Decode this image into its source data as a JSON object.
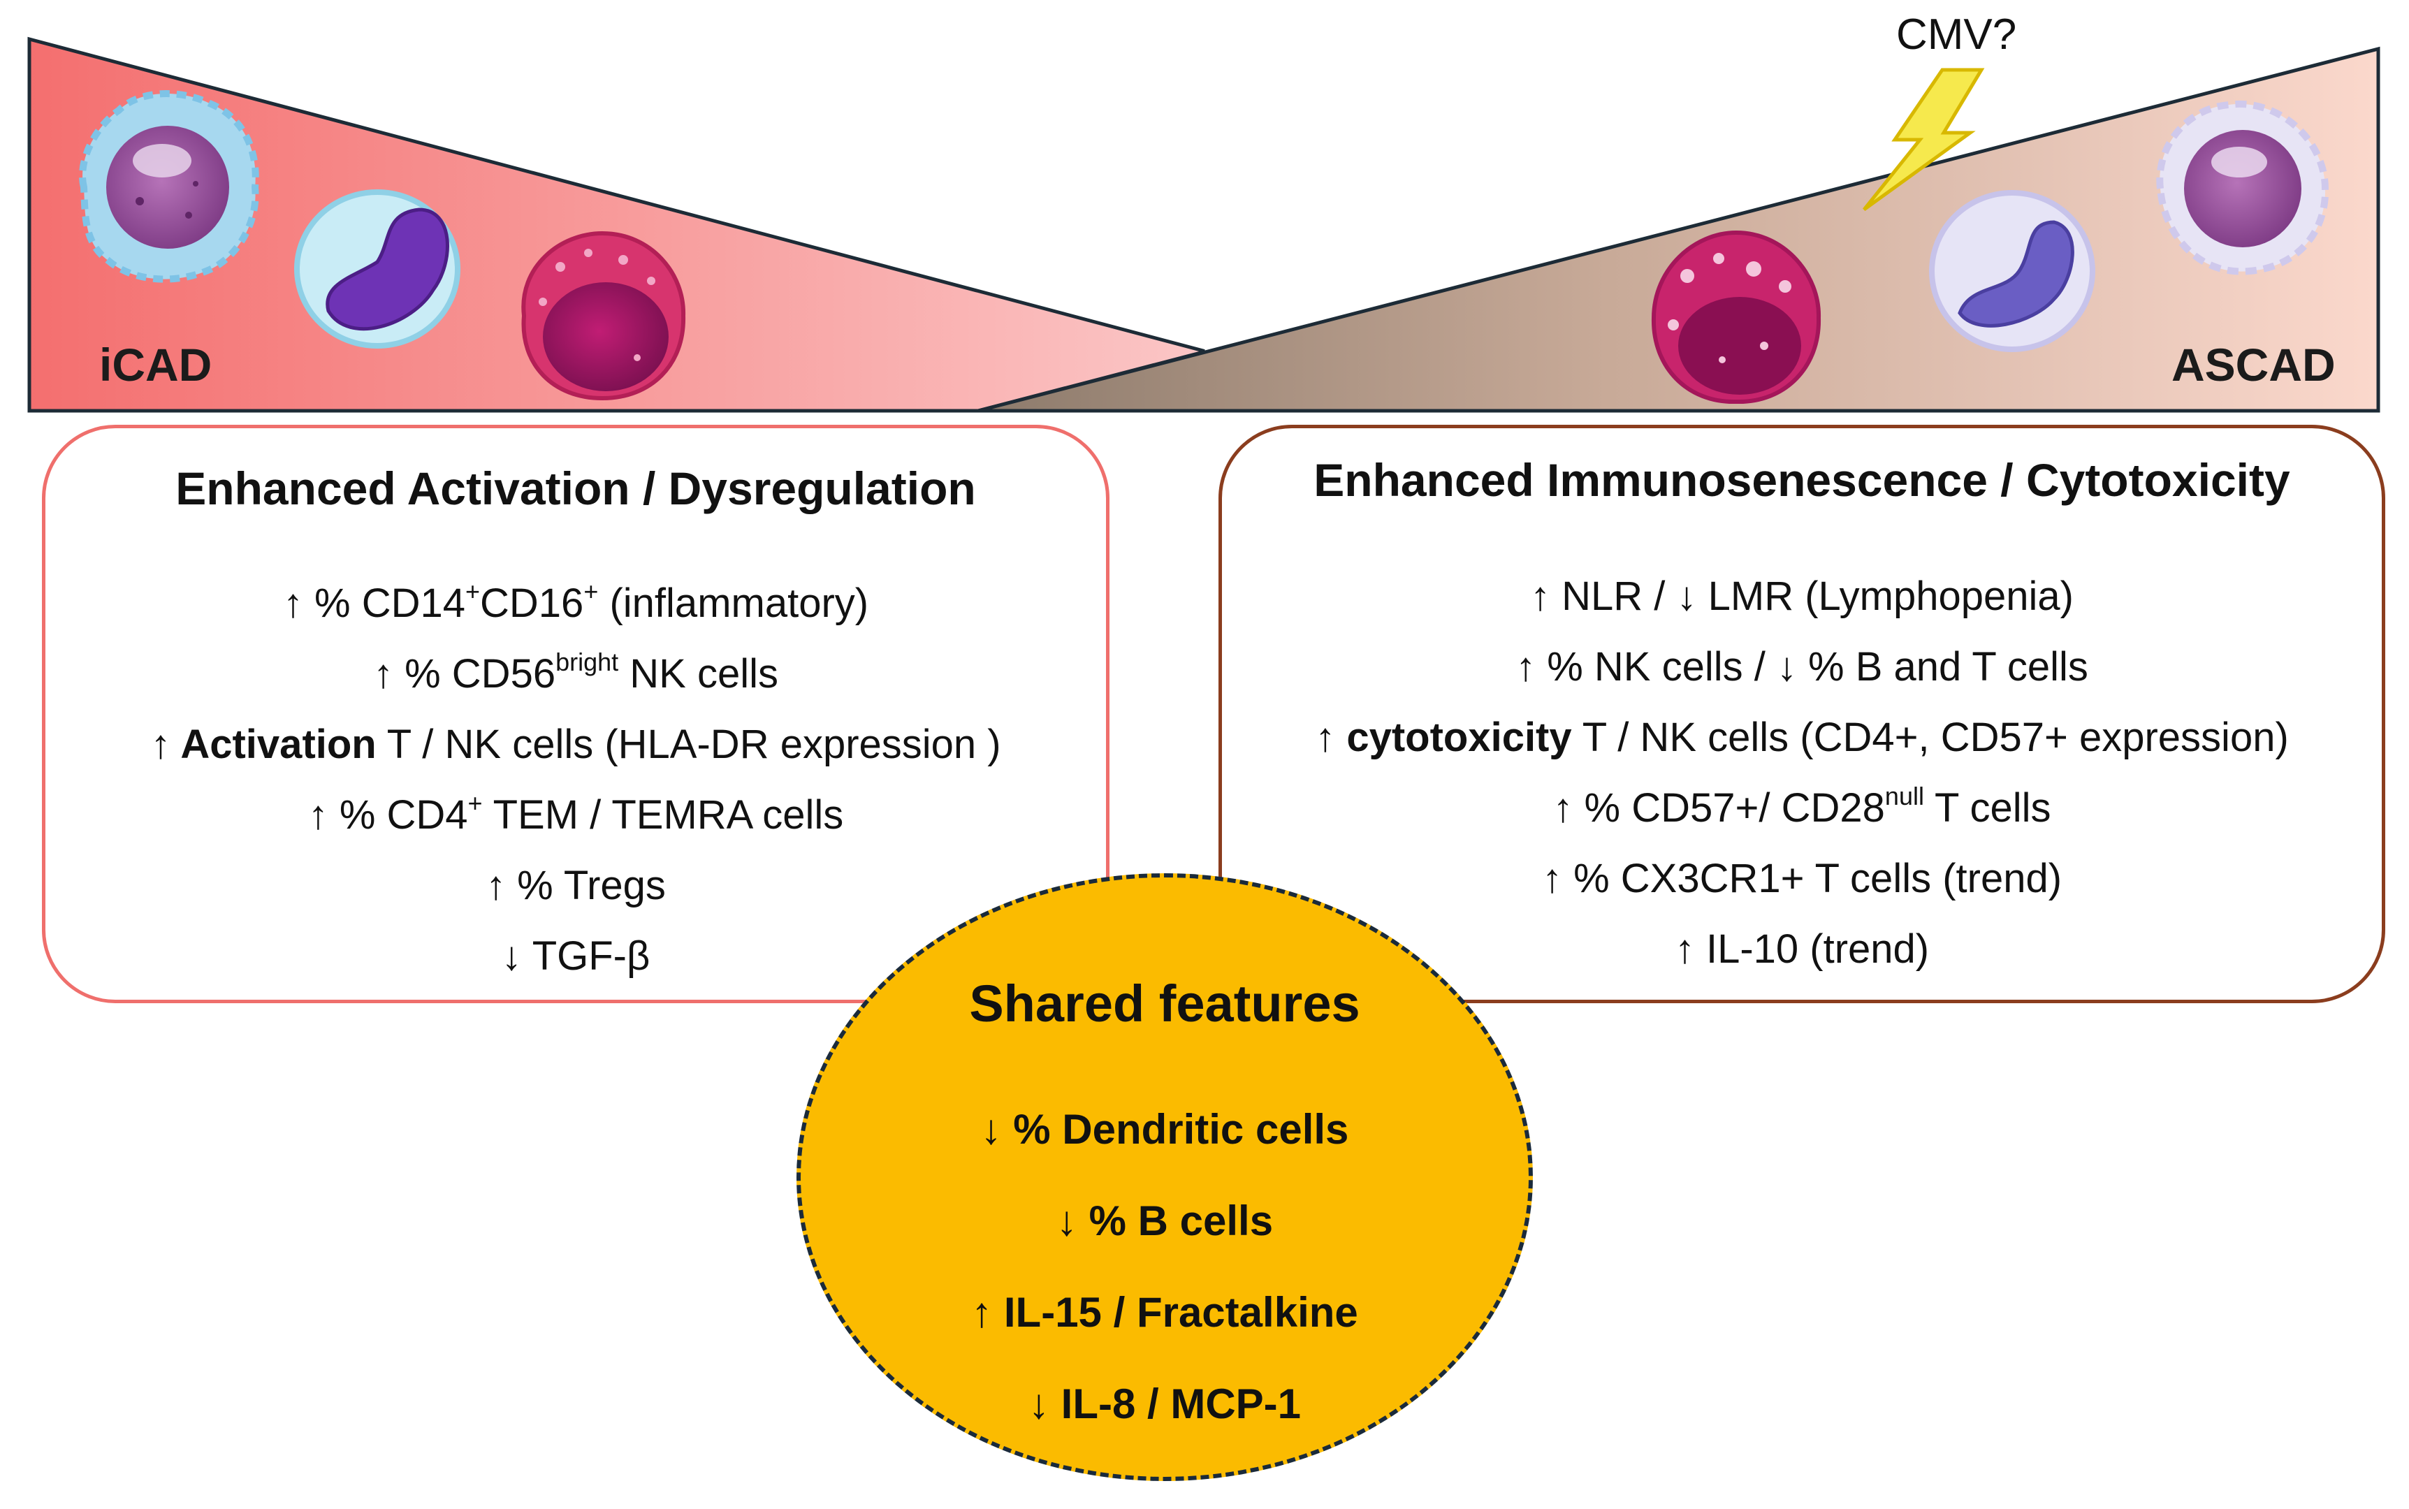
{
  "banner": {
    "left_label": "iCAD",
    "right_label": "ASCAD",
    "trigger_label": "CMV?",
    "left_color": "#f26f6e",
    "right_color": "#b8a090"
  },
  "left_box": {
    "title": "Enhanced Activation / Dysregulation",
    "border_color": "#ef6f6c",
    "items": [
      {
        "arrow": "↑",
        "bold": "",
        "text": " % CD14",
        "sup1": "+",
        "text2": "CD16",
        "sup2": "+",
        "text3": " (inflammatory)"
      },
      {
        "arrow": "↑",
        "bold": "",
        "text": " % CD56",
        "sup1": "bright",
        "text2": " NK cells",
        "sup2": "",
        "text3": ""
      },
      {
        "arrow": "↑",
        "bold": " Activation",
        "text": " T / NK cells (HLA-DR expression )",
        "sup1": "",
        "text2": "",
        "sup2": "",
        "text3": ""
      },
      {
        "arrow": "↑",
        "bold": "",
        "text": " % CD4",
        "sup1": "+",
        "text2": " TEM / TEMRA cells",
        "sup2": "",
        "text3": ""
      },
      {
        "arrow": "↑",
        "bold": "",
        "text": " % Tregs",
        "sup1": "",
        "text2": "",
        "sup2": "",
        "text3": ""
      },
      {
        "arrow": "↓",
        "bold": "",
        "text": " TGF-β",
        "sup1": "",
        "text2": "",
        "sup2": "",
        "text3": ""
      }
    ]
  },
  "right_box": {
    "title": "Enhanced Immunosenescence / Cytotoxicity",
    "border_color": "#8b3d1e",
    "items": [
      {
        "arrow": "↑",
        "bold": "",
        "text": " NLR / ↓ LMR (Lymphopenia)",
        "sup1": "",
        "text2": ""
      },
      {
        "arrow": "↑",
        "bold": "",
        "text": " % NK cells / ↓ % B and T cells",
        "sup1": "",
        "text2": ""
      },
      {
        "arrow": "↑",
        "bold": " cytotoxicity",
        "text": " T / NK cells (CD4+, CD57+ expression)",
        "sup1": "",
        "text2": ""
      },
      {
        "arrow": "↑",
        "bold": "",
        "text": " % CD57+/ CD28",
        "sup1": "null",
        "text2": " T cells"
      },
      {
        "arrow": "↑",
        "bold": "",
        "text": " % CX3CR1+ T cells (trend)",
        "sup1": "",
        "text2": ""
      },
      {
        "arrow": "↑",
        "bold": "",
        "text": " IL-10 (trend)",
        "sup1": "",
        "text2": ""
      }
    ]
  },
  "shared": {
    "title": "Shared features",
    "fill_color": "#fbbb00",
    "items": [
      "↓ % Dendritic cells",
      "↓ % B cells",
      "↑ IL-15 / Fractalkine",
      "↓ IL-8 / MCP-1"
    ]
  }
}
